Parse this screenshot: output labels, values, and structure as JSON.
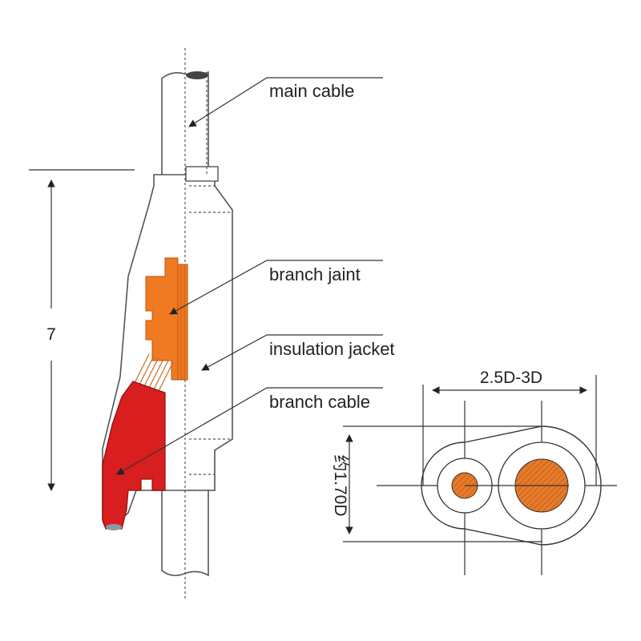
{
  "labels": {
    "main_cable": "main cable",
    "branch_joint": "branch jaint",
    "insulation_jacket": "insulation jacket",
    "branch_cable": "branch cable"
  },
  "dimensions": {
    "length": "7",
    "width": "2.5D-3D",
    "height": "约1.70D"
  },
  "colors": {
    "joint_orange": "#f07a22",
    "branch_red": "#d81e1e",
    "line": "#333333",
    "conductor_orange": "#e87a2a"
  }
}
